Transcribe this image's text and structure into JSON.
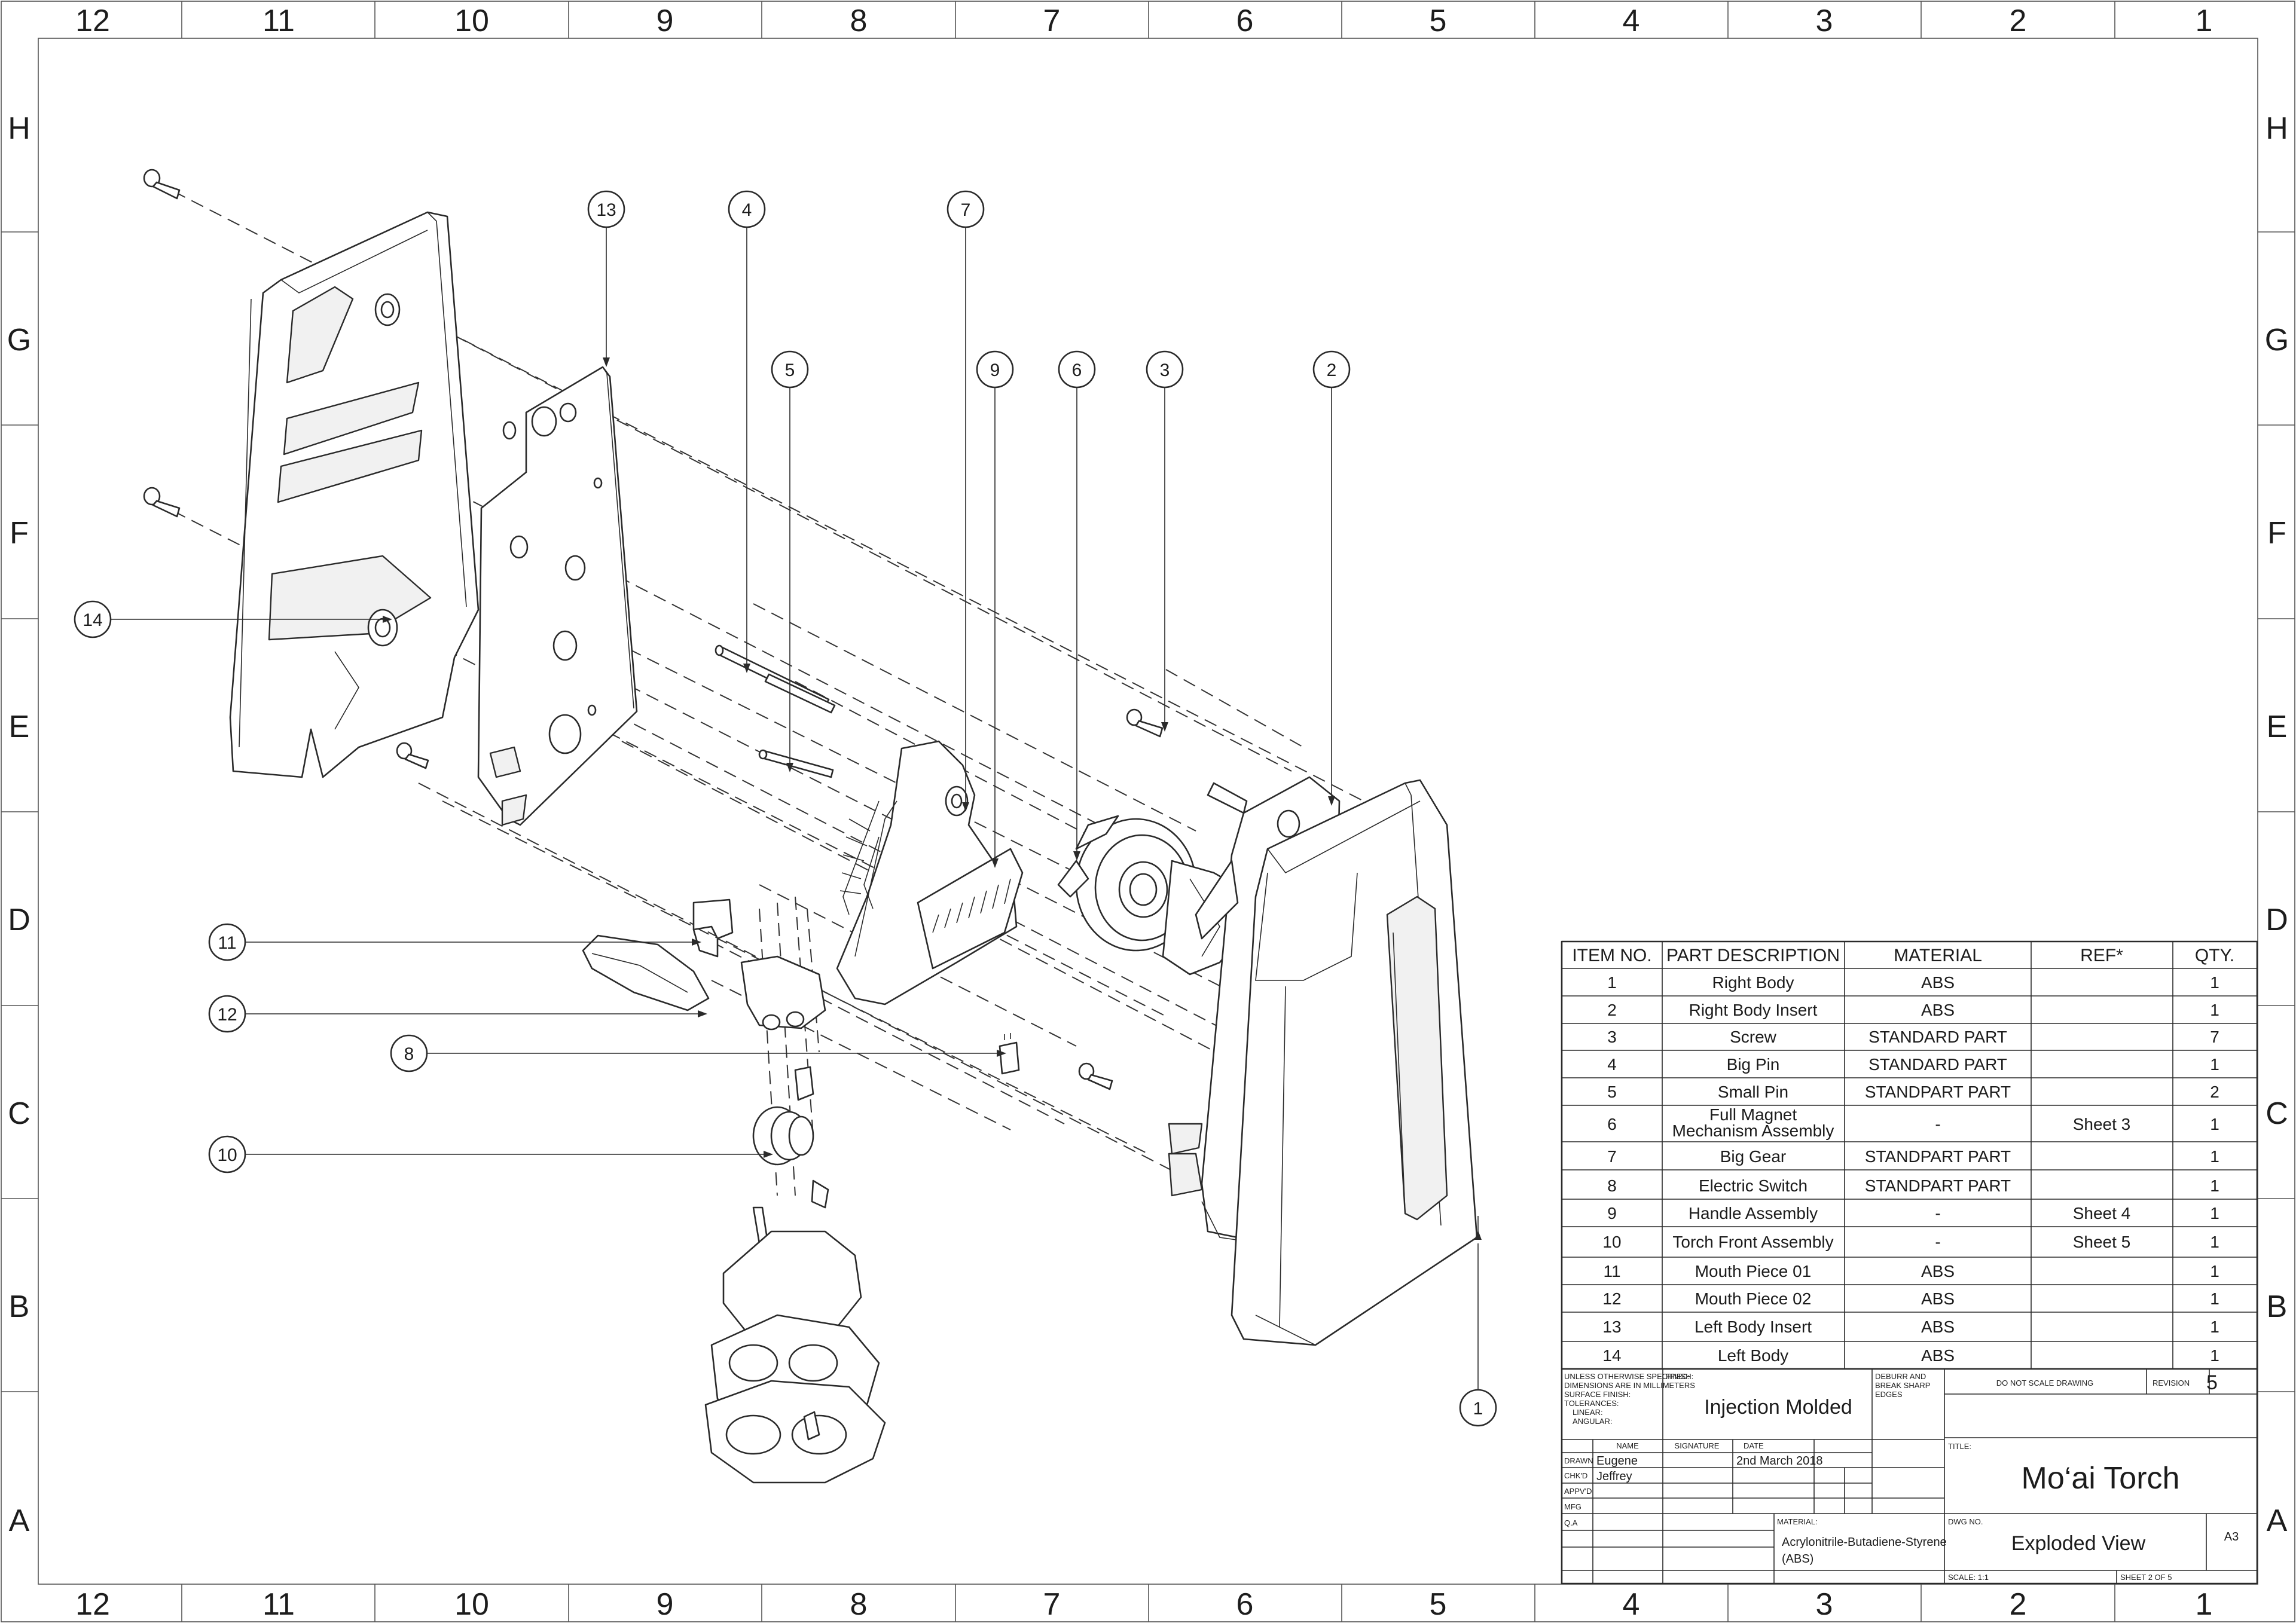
{
  "zones": {
    "columns": [
      "12",
      "11",
      "10",
      "9",
      "8",
      "7",
      "6",
      "5",
      "4",
      "3",
      "2",
      "1"
    ],
    "rows": [
      "H",
      "G",
      "F",
      "E",
      "D",
      "C",
      "B",
      "A"
    ]
  },
  "balloons": {
    "b1": "1",
    "b2": "2",
    "b3": "3",
    "b4": "4",
    "b5": "5",
    "b6": "6",
    "b7": "7",
    "b8": "8",
    "b9": "9",
    "b10": "10",
    "b11": "11",
    "b12": "12",
    "b13": "13",
    "b14": "14"
  },
  "bom": {
    "headers": {
      "item": "ITEM NO.",
      "desc": "PART DESCRIPTION",
      "material": "MATERIAL",
      "ref": "REF*",
      "qty": "QTY."
    },
    "rows": [
      {
        "item": "1",
        "desc": "Right Body",
        "material": "ABS",
        "ref": "",
        "qty": "1"
      },
      {
        "item": "2",
        "desc": "Right Body Insert",
        "material": "ABS",
        "ref": "",
        "qty": "1"
      },
      {
        "item": "3",
        "desc": "Screw",
        "material": "STANDARD PART",
        "ref": "",
        "qty": "7"
      },
      {
        "item": "4",
        "desc": "Big Pin",
        "material": "STANDARD PART",
        "ref": "",
        "qty": "1"
      },
      {
        "item": "5",
        "desc": "Small Pin",
        "material": "STANDPART PART",
        "ref": "",
        "qty": "2"
      },
      {
        "item": "6",
        "desc": "Full Magnet Mechanism Assembly",
        "desc_l1": "Full Magnet",
        "desc_l2": "Mechanism Assembly",
        "material": "-",
        "ref": "Sheet 3",
        "qty": "1"
      },
      {
        "item": "7",
        "desc": "Big Gear",
        "material": "STANDPART PART",
        "ref": "",
        "qty": "1"
      },
      {
        "item": "8",
        "desc": "Electric Switch",
        "material": "STANDPART PART",
        "ref": "",
        "qty": "1"
      },
      {
        "item": "9",
        "desc": "Handle Assembly",
        "material": "-",
        "ref": "Sheet 4",
        "qty": "1"
      },
      {
        "item": "10",
        "desc": "Torch Front Assembly",
        "material": "-",
        "ref": "Sheet 5",
        "qty": "1"
      },
      {
        "item": "11",
        "desc": "Mouth Piece 01",
        "material": "ABS",
        "ref": "",
        "qty": "1"
      },
      {
        "item": "12",
        "desc": "Mouth Piece 02",
        "material": "ABS",
        "ref": "",
        "qty": "1"
      },
      {
        "item": "13",
        "desc": "Left Body Insert",
        "material": "ABS",
        "ref": "",
        "qty": "1"
      },
      {
        "item": "14",
        "desc": "Left Body",
        "material": "ABS",
        "ref": "",
        "qty": "1"
      }
    ]
  },
  "title_block": {
    "tol_l1": "UNLESS OTHERWISE SPECIFIED:",
    "tol_l2": "DIMENSIONS ARE IN MILLIMETERS",
    "tol_l3": "SURFACE FINISH:",
    "tol_l4": "TOLERANCES:",
    "tol_l5": "LINEAR:",
    "tol_l6": "ANGULAR:",
    "finish_label": "FINISH:",
    "finish_value": "Injection Molded",
    "deburr_l1": "DEBURR AND",
    "deburr_l2": "BREAK SHARP",
    "deburr_l3": "EDGES",
    "do_not_scale": "DO NOT SCALE DRAWING",
    "revision_label": "REVISION",
    "revision_value": "5",
    "col_name": "NAME",
    "col_signature": "SIGNATURE",
    "col_date": "DATE",
    "drawn_label": "DRAWN",
    "drawn_name": "Eugene",
    "drawn_date": "2nd March 2018",
    "chkd_label": "CHK'D",
    "chkd_name": "Jeffrey",
    "apprd_label": "APPV'D",
    "mfg_label": "MFG",
    "qa_label": "Q.A",
    "title_label": "TITLE:",
    "title_value": "Mo‘ai Torch",
    "material_label": "MATERIAL:",
    "material_l1": "Acrylonitrile-Butadiene-Styrene",
    "material_l2": "(ABS)",
    "dwg_label": "DWG NO.",
    "dwg_value": "Exploded View",
    "size_value": "A3",
    "scale_value": "SCALE: 1:1",
    "sheet_value": "SHEET 2 OF 5"
  }
}
